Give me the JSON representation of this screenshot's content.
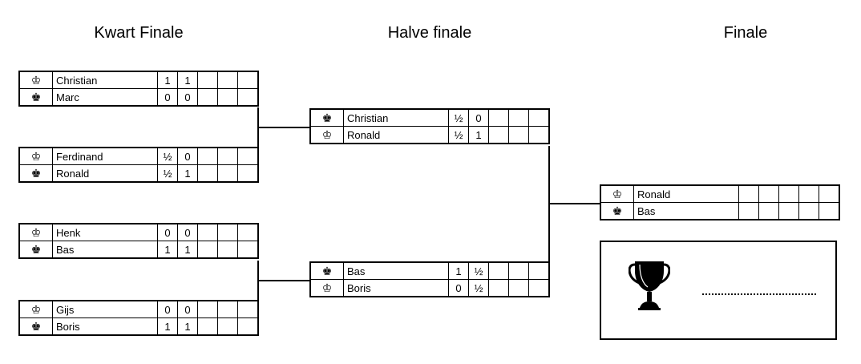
{
  "titles": {
    "quarter": "Kwart Finale",
    "semi": "Halve finale",
    "final": "Finale"
  },
  "icons": {
    "white": "white-king-icon",
    "black": "black-king-icon",
    "trophy": "trophy-icon"
  },
  "quarterfinals": [
    {
      "players": [
        {
          "color": "white",
          "name": "Christian",
          "scores": [
            "1",
            "1",
            "",
            "",
            ""
          ]
        },
        {
          "color": "black",
          "name": "Marc",
          "scores": [
            "0",
            "0",
            "",
            "",
            ""
          ]
        }
      ]
    },
    {
      "players": [
        {
          "color": "white",
          "name": "Ferdinand",
          "scores": [
            "½",
            "0",
            "",
            "",
            ""
          ]
        },
        {
          "color": "black",
          "name": "Ronald",
          "scores": [
            "½",
            "1",
            "",
            "",
            ""
          ]
        }
      ]
    },
    {
      "players": [
        {
          "color": "white",
          "name": "Henk",
          "scores": [
            "0",
            "0",
            "",
            "",
            ""
          ]
        },
        {
          "color": "black",
          "name": "Bas",
          "scores": [
            "1",
            "1",
            "",
            "",
            ""
          ]
        }
      ]
    },
    {
      "players": [
        {
          "color": "white",
          "name": "Gijs",
          "scores": [
            "0",
            "0",
            "",
            "",
            ""
          ]
        },
        {
          "color": "black",
          "name": "Boris",
          "scores": [
            "1",
            "1",
            "",
            "",
            ""
          ]
        }
      ]
    }
  ],
  "semifinals": [
    {
      "players": [
        {
          "color": "black",
          "name": "Christian",
          "scores": [
            "½",
            "0",
            "",
            "",
            ""
          ]
        },
        {
          "color": "white",
          "name": "Ronald",
          "scores": [
            "½",
            "1",
            "",
            "",
            ""
          ]
        }
      ]
    },
    {
      "players": [
        {
          "color": "black",
          "name": "Bas",
          "scores": [
            "1",
            "½",
            "",
            "",
            ""
          ]
        },
        {
          "color": "white",
          "name": "Boris",
          "scores": [
            "0",
            "½",
            "",
            "",
            ""
          ]
        }
      ]
    }
  ],
  "final": {
    "players": [
      {
        "color": "white",
        "name": "Ronald",
        "scores": [
          "",
          "",
          "",
          "",
          ""
        ]
      },
      {
        "color": "black",
        "name": "Bas",
        "scores": [
          "",
          "",
          "",
          "",
          ""
        ]
      }
    ]
  }
}
